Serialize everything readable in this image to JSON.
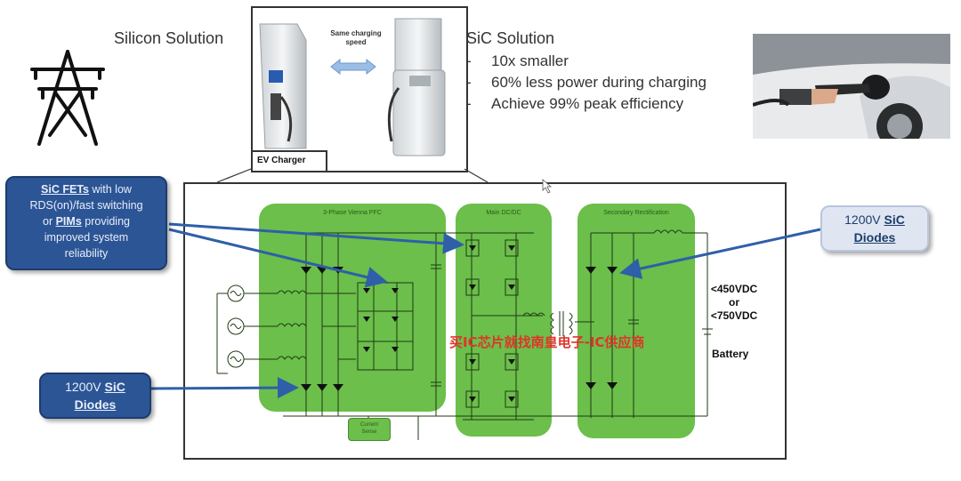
{
  "left_heading": "Silicon Solution",
  "right_heading": "SiC Solution",
  "sic_bullets": [
    {
      "dash": "-",
      "text": "10x smaller"
    },
    {
      "dash": "-",
      "text": "60% less power during charging"
    },
    {
      "dash": "-",
      "text": "Achieve 99% peak efficiency"
    }
  ],
  "charger_image": {
    "speed_label_1": "Same charging",
    "speed_label_2": "speed",
    "caption": "EV Charger"
  },
  "callouts": {
    "fets": {
      "line1_pre": "SiC FETs",
      "line1_post": " with low",
      "line2": "RDS(on)/fast switching",
      "line3_pre": "or ",
      "line3_bold": "PIMs",
      "line3_post": " providing",
      "line4": "improved system",
      "line5": "reliability"
    },
    "diodes_left": {
      "pre": "1200V ",
      "bold": "SiC",
      "line2": "Diodes"
    },
    "diodes_right": {
      "pre": "1200V ",
      "bold": "SiC",
      "line2": "Diodes"
    }
  },
  "blocks": {
    "pfc": "3-Phase Vienna PFC",
    "dcdc": "Main DC/DC",
    "rect": "Secondary Rectification",
    "sense_1": "Current",
    "sense_2": "Sense"
  },
  "output": {
    "v1": "<450VDC",
    "or": "or",
    "v2": "<750VDC",
    "battery": "Battery"
  },
  "watermark": "买IC芯片就找南皇电子-IC供应商",
  "colors": {
    "callout_blue": "#2c5596",
    "block_green": "#6bbf4a",
    "arrow_blue": "#2f5fa8",
    "watermark_red": "#e0342a"
  }
}
